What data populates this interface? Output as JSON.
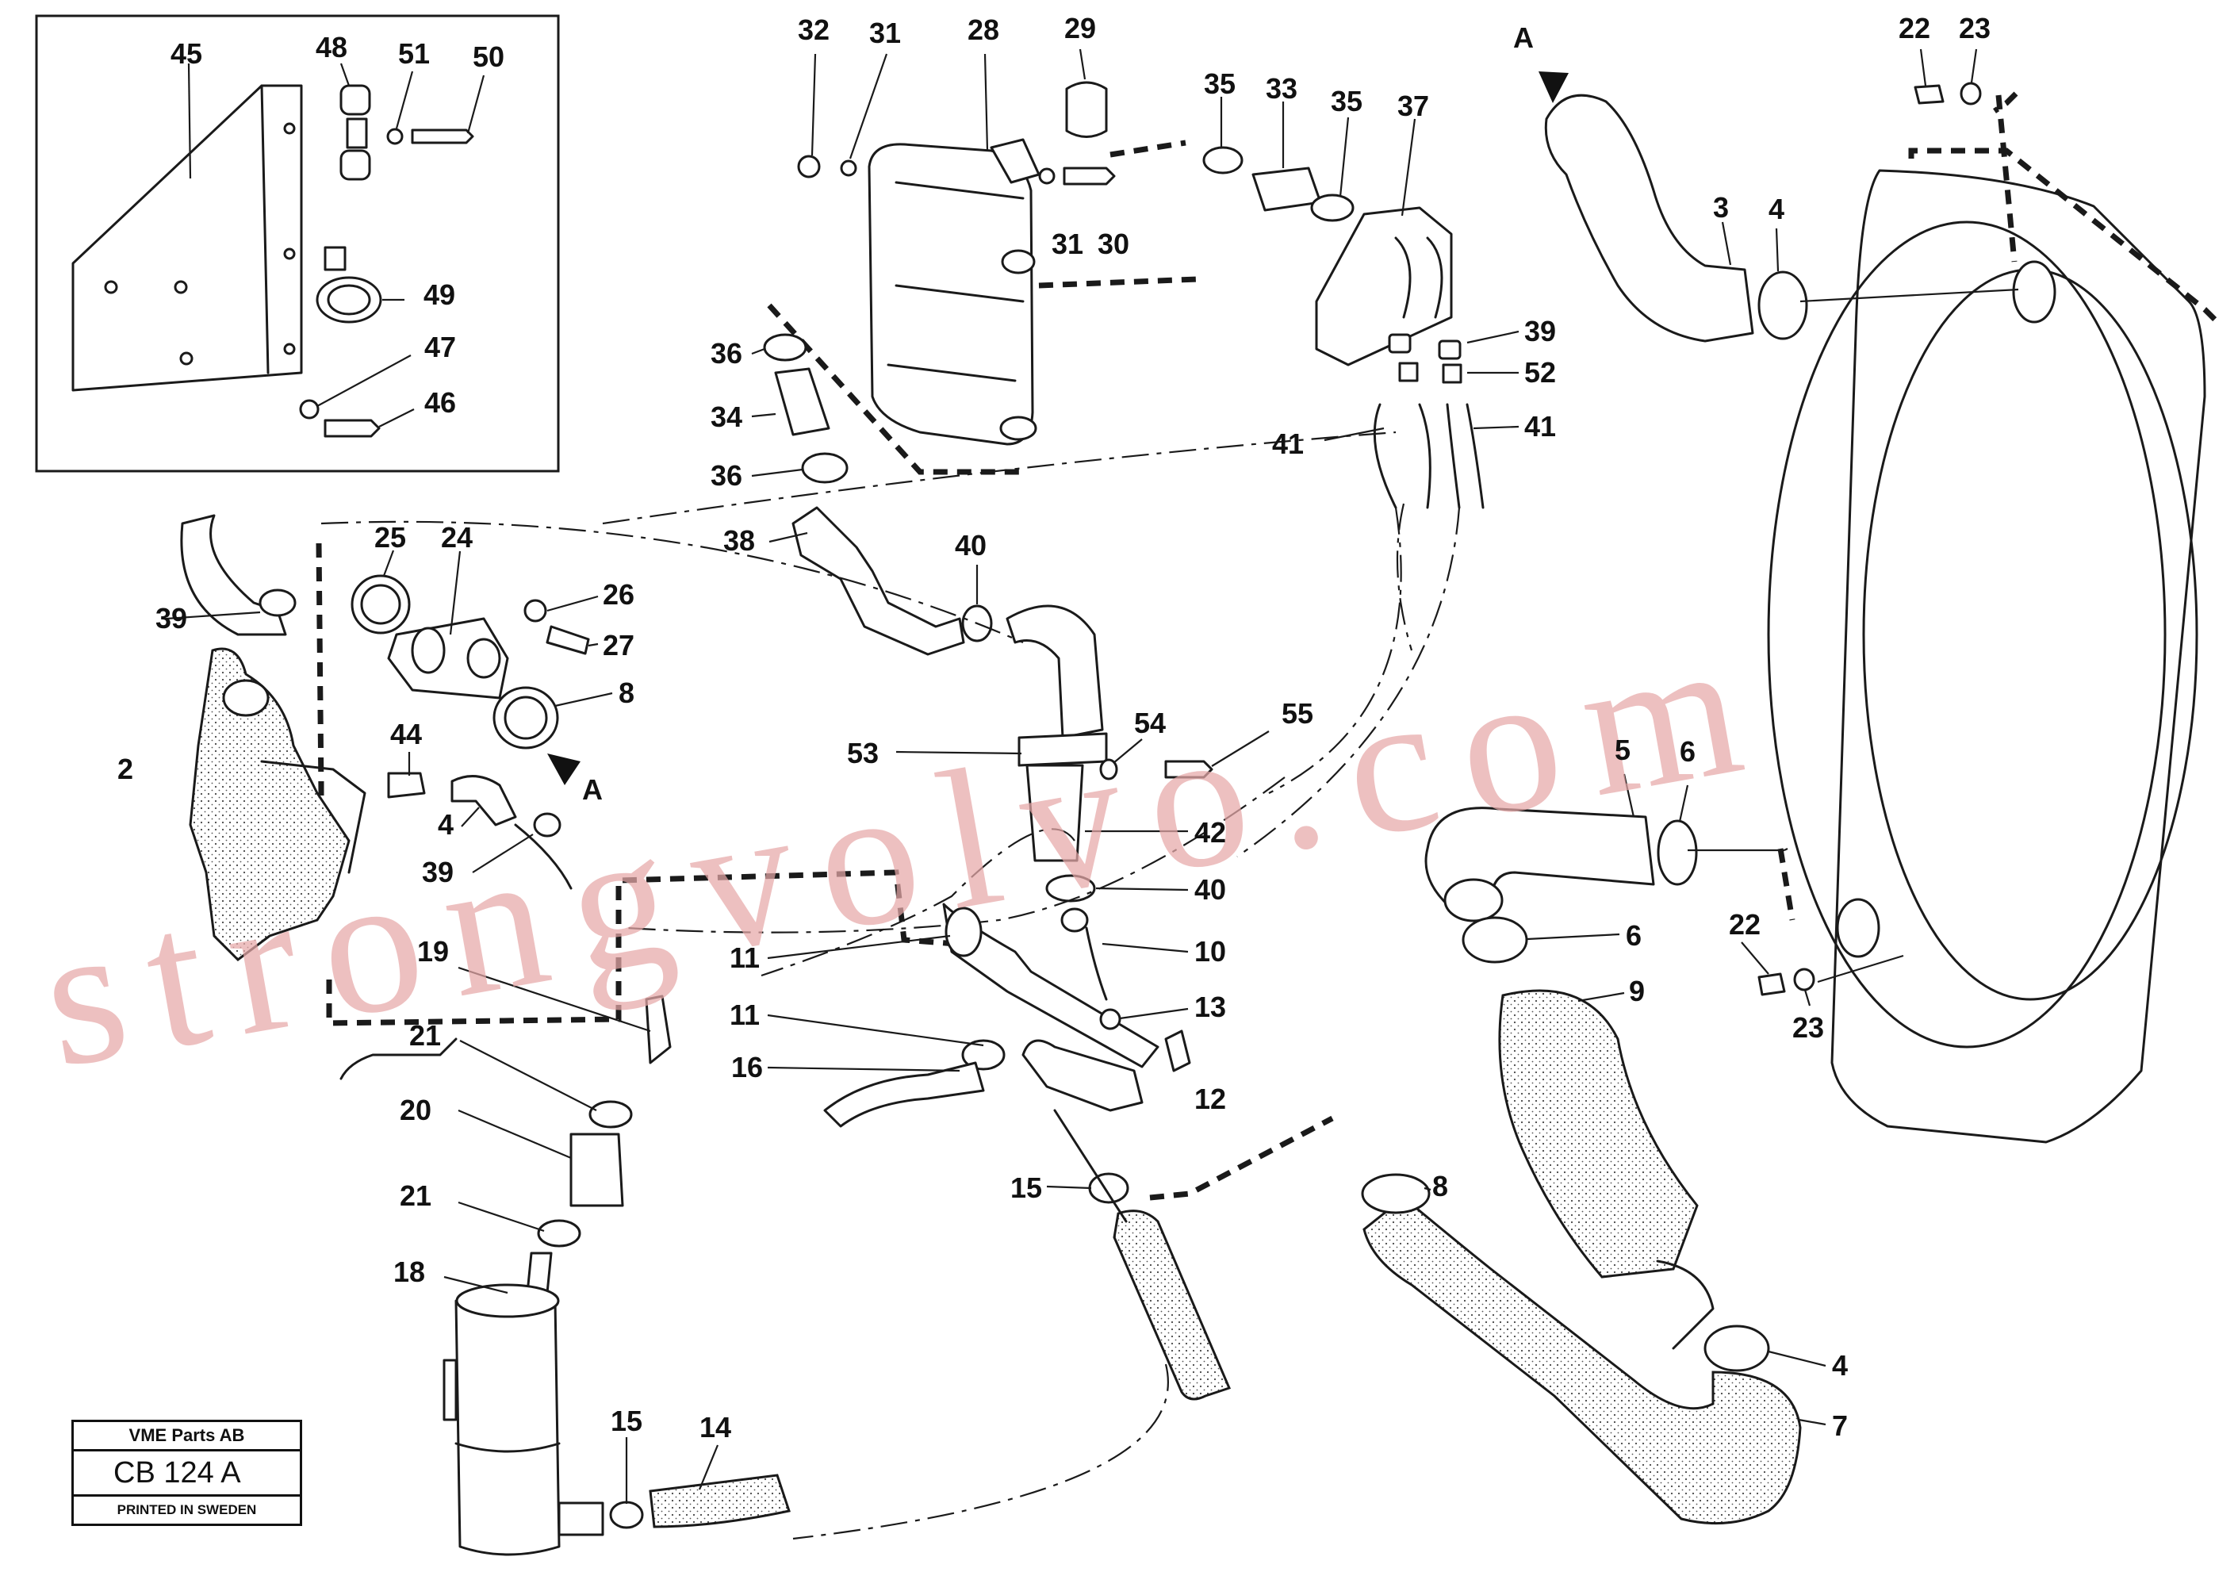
{
  "callouts": {
    "c45": "45",
    "c48": "48",
    "c51": "51",
    "c50": "50",
    "c49": "49",
    "c47": "47",
    "c46": "46",
    "c32": "32",
    "c31a": "31",
    "c28": "28",
    "c29": "29",
    "c31b": "31",
    "c30": "30",
    "c35a": "35",
    "c33": "33",
    "c35b": "35",
    "c37": "37",
    "c39a": "39",
    "c52": "52",
    "c41a": "41",
    "c41b": "41",
    "c36a": "36",
    "c34": "34",
    "c36b": "36",
    "c38": "38",
    "c40a": "40",
    "c25": "25",
    "c24": "24",
    "c26": "26",
    "c27": "27",
    "c39b": "39",
    "c8a": "8",
    "cA1": "A",
    "c2": "2",
    "c44": "44",
    "c4a": "4",
    "c39c": "39",
    "c53": "53",
    "c54": "54",
    "c55": "55",
    "c42": "42",
    "c40b": "40",
    "c10": "10",
    "c11a": "11",
    "c11b": "11",
    "c13": "13",
    "c12": "12",
    "c16": "16",
    "c19": "19",
    "c21a": "21",
    "c20": "20",
    "c21b": "21",
    "c18": "18",
    "c15a": "15",
    "c15b": "15",
    "c14": "14",
    "cA2": "A",
    "c22a": "22",
    "c23a": "23",
    "c3": "3",
    "c4b": "4",
    "c5": "5",
    "c6a": "6",
    "c6b": "6",
    "c9": "9",
    "c22b": "22",
    "c23b": "23",
    "c8b": "8",
    "c4c": "4",
    "c7": "7"
  },
  "stamp": {
    "company": "VME Parts AB",
    "code": "CB 124 A",
    "printed": "PRINTED IN SWEDEN"
  },
  "watermark": "strongvolvo.com"
}
